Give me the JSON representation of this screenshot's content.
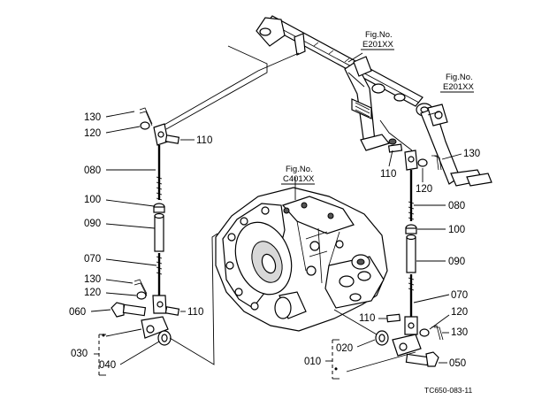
{
  "figure_code": "TC650-083-11",
  "fig_refs": [
    {
      "id": "fig-ref-e201xx-upper",
      "title": "Fig.No.",
      "code": "E201XX"
    },
    {
      "id": "fig-ref-e201xx-right",
      "title": "Fig.No.",
      "code": "E201XX"
    },
    {
      "id": "fig-ref-c401xx",
      "title": "Fig.No.",
      "code": "C401XX"
    }
  ],
  "left_callouts": {
    "c130_top": "130",
    "c120_top": "120",
    "c110_top": "110",
    "c080": "080",
    "c100": "100",
    "c090": "090",
    "c070": "070",
    "c130_low": "130",
    "c120_low": "120",
    "c060": "060",
    "c110_low": "110",
    "c030": "030",
    "c040": "040"
  },
  "right_callouts": {
    "c130_top": "130",
    "c110_top": "110",
    "c120_top": "120",
    "c080": "080",
    "c100": "100",
    "c090": "090",
    "c070": "070",
    "c110_low": "110",
    "c120_low": "120",
    "c130_low": "130",
    "c010": "010",
    "c020": "020",
    "c050": "050"
  }
}
